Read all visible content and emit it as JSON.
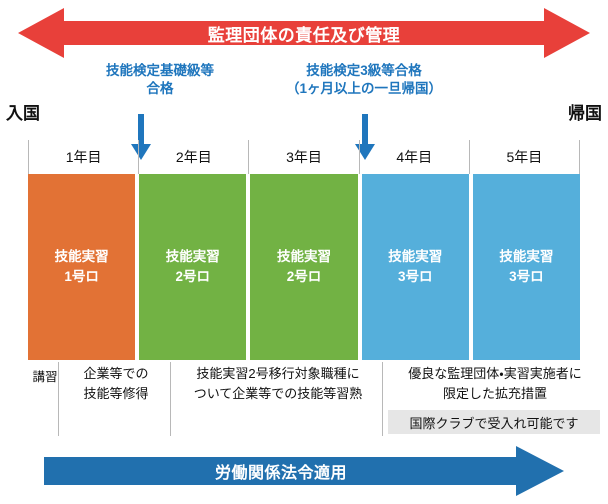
{
  "colors": {
    "red_arrow": "#e8403a",
    "blue_arrow": "#2170ae",
    "milestone_text": "#1f76bd",
    "block_orange": "#e27235",
    "block_green": "#72b244",
    "block_blue": "#55afdb",
    "badge_bg": "#e6e6e6",
    "grid_line": "#b8b8b8"
  },
  "top_banner": {
    "label": "監理団体の責任及び管理",
    "arrow_direction": "double"
  },
  "milestones": [
    {
      "id": "milestone-kiso",
      "lines": [
        "技能検定基礎級等",
        "合格"
      ],
      "arrow": "down-arrow-icon"
    },
    {
      "id": "milestone-3kyu",
      "lines": [
        "技能検定3級等合格",
        "（1ヶ月以上の一旦帰国）"
      ],
      "arrow": "down-arrow-icon"
    }
  ],
  "edges": {
    "entry": "入国",
    "exit": "帰国"
  },
  "timeline": {
    "years": [
      "1年目",
      "2年目",
      "3年目",
      "4年目",
      "5年目"
    ],
    "blocks": [
      {
        "lines": [
          "技能実習",
          "1号ロ"
        ],
        "color": "#e27235"
      },
      {
        "lines": [
          "技能実習",
          "2号ロ"
        ],
        "color": "#72b244"
      },
      {
        "lines": [
          "技能実習",
          "2号ロ"
        ],
        "color": "#72b244"
      },
      {
        "lines": [
          "技能実習",
          "3号ロ"
        ],
        "color": "#55afdb"
      },
      {
        "lines": [
          "技能実習",
          "3号ロ"
        ],
        "color": "#55afdb"
      }
    ]
  },
  "descriptions": {
    "kousyu": "講習",
    "cells": [
      {
        "lines": [
          "企業等での",
          "技能等修得"
        ]
      },
      {
        "lines": [
          "技能実習2号移行対象職種に",
          "ついて企業等での技能等習熟"
        ]
      },
      {
        "lines": [
          "優良な監理団体・実習実施者に",
          "限定した拡充措置"
        ]
      }
    ],
    "badge": "国際クラブで受入れ可能です"
  },
  "bottom_banner": {
    "label": "労働関係法令適用",
    "arrow_direction": "right"
  }
}
